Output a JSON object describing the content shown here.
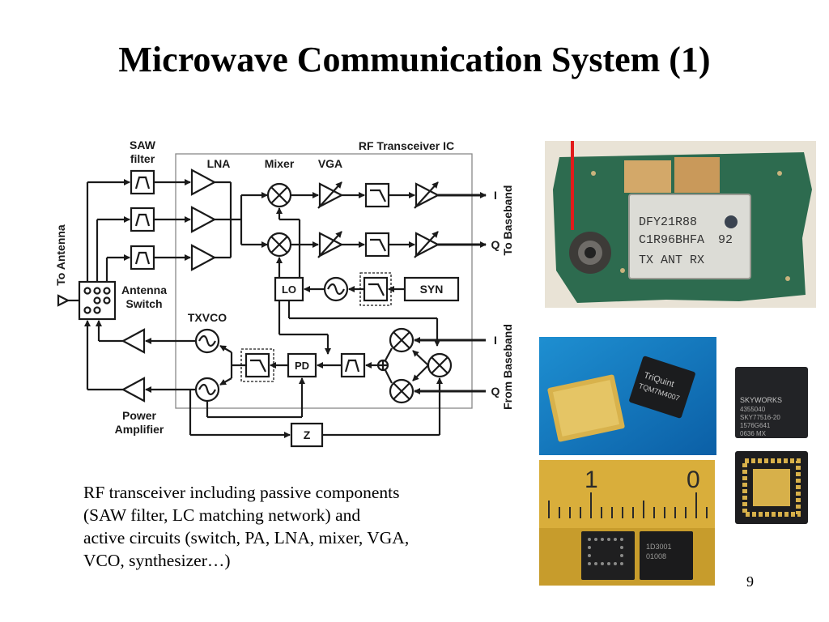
{
  "slide": {
    "title": "Microwave Communication System (1)",
    "page_number": "9"
  },
  "diagram": {
    "saw_filter_l1": "SAW",
    "saw_filter_l2": "filter",
    "lna": "LNA",
    "mixer": "Mixer",
    "vga": "VGA",
    "rf_transceiver_ic": "RF Transceiver IC",
    "to_antenna": "To Antenna",
    "antenna_switch_l1": "Antenna",
    "antenna_switch_l2": "Switch",
    "txvco": "TXVCO",
    "lo": "LO",
    "syn": "SYN",
    "pd": "PD",
    "z": "Z",
    "power_amp_l1": "Power",
    "power_amp_l2": "Amplifier",
    "rx_i": "I",
    "rx_q": "Q",
    "tx_i": "I",
    "tx_q": "Q",
    "to_baseband": "To Baseband",
    "from_baseband": "From Baseband"
  },
  "caption": {
    "line1": "RF transceiver including passive components",
    "line2": "(SAW filter, LC matching network) and",
    "line3": "active circuits (switch, PA, LNA, mixer, VGA,",
    "line4": "VCO, synthesizer…)"
  },
  "photos": {
    "module_label_l1": "DFY21R88",
    "module_label_l2": "C1R96BHFA",
    "module_label_num": "92",
    "module_label_l3": "TX   ANT   RX",
    "triquint_l1": "TriQuint",
    "triquint_l2": "TQM7M4007",
    "skyworks_l1": "SKYWORKS",
    "skyworks_l2": "4355040",
    "skyworks_l3": "SKY77516-20",
    "skyworks_l4": "1576G641",
    "skyworks_l5": "0636    MX",
    "ruler_mark_1": "1",
    "ruler_mark_0": "0",
    "chip_text_l1": "1D3001",
    "chip_text_l2": "01008"
  }
}
